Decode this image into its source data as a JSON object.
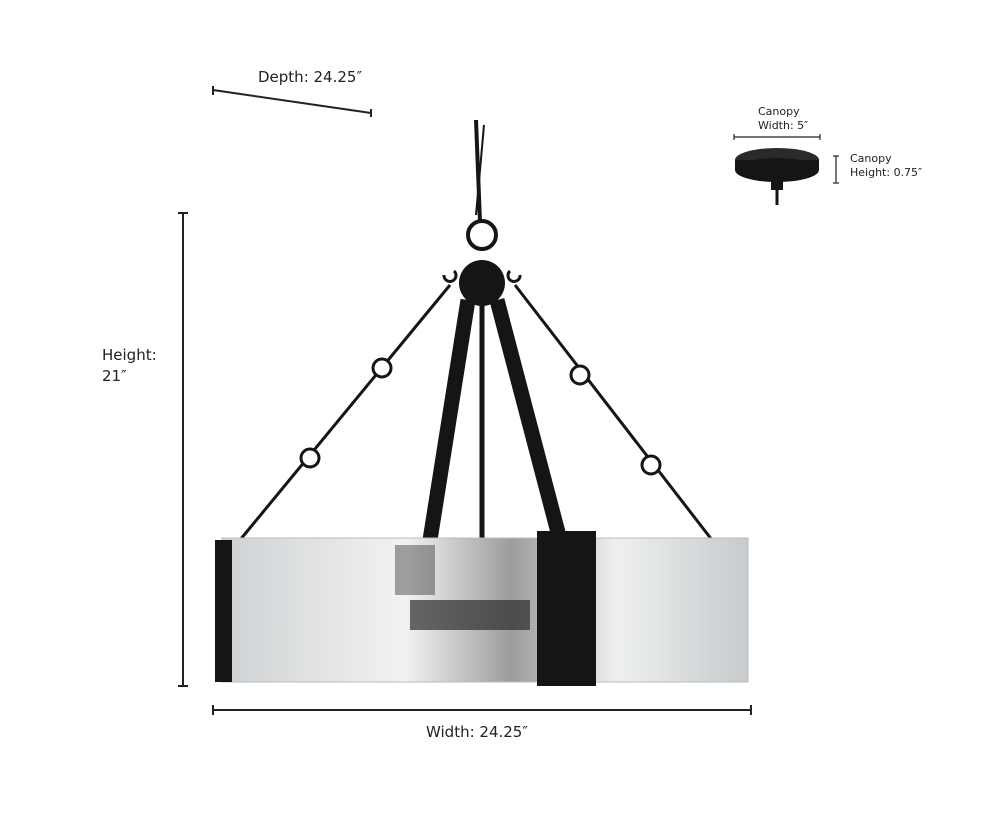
{
  "dimensions": {
    "depth": "Depth: 24.25″",
    "height_label": "Height:",
    "height_value": "21″",
    "width": "Width: 24.25″",
    "canopy_width_title": "Canopy",
    "canopy_width_value": "Width: 5″",
    "canopy_height_title": "Canopy",
    "canopy_height_value": "Height: 0.75″"
  },
  "colors": {
    "fixture": "#151515",
    "glass": "#d9dcde",
    "line": "#222222"
  }
}
